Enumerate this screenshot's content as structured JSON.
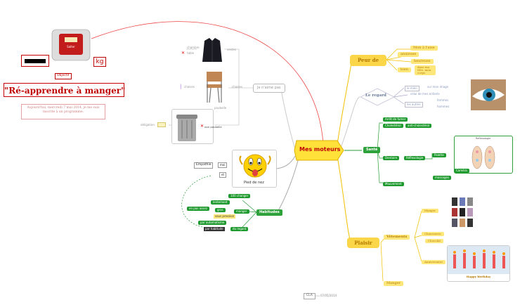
{
  "center": "Mes moteurs",
  "objectif": {
    "badge": "Objectif",
    "title": "\"Ré-apprendre à manger\"",
    "note": "Aujourd'hui, mercredi 7 mai 2014, je me suis inscrite à un programme.",
    "weight_value": "",
    "weight_unit": "kg",
    "scale_brand": "Salter"
  },
  "peur": {
    "label": "Peur de",
    "items": [
      "Mon à l'aise",
      "anxieuse",
      "heureuse",
      "bien"
    ],
    "sub": "dans ma tête, mon corps"
  },
  "regard": {
    "label": "Le regard",
    "items": [
      "le mien",
      "celui de mes enfants",
      "les autres"
    ],
    "subs": [
      "sur mon image",
      "femmes",
      "hommes"
    ]
  },
  "sante": {
    "label": "Santé",
    "items": [
      "Arrêt de fumer",
      "Cholestérol",
      "Dentaire",
      "Réflexologie",
      "Mouvement"
    ],
    "subs": [
      "Palette",
      "anti-cholestérol",
      "massages",
      "Caméra"
    ],
    "diagram_title": "Reflexologie"
  },
  "plaisir": {
    "label": "Plaisir",
    "items": [
      "Vêtements",
      "Manger"
    ],
    "subs": [
      "Manger",
      "Chaussures",
      "Chocolat",
      "Anniversaire"
    ],
    "cake": "Happy birthday"
  },
  "pied": {
    "label": "Pied de nez",
    "tags": [
      "Empathie",
      "moi",
      "et"
    ]
  },
  "habitudes": {
    "label": "Habitudes",
    "manger": "manger",
    "items": [
      "100 changer",
      "lentement",
      "en pas assez",
      "gros",
      "par automatisme",
      "sous pression",
      "par habitude",
      "du regard"
    ]
  },
  "left": {
    "items": [
      "Je n'aime pas",
      "vestes",
      "chaises",
      "poubelle",
      "obligation",
      "chambre",
      "table"
    ],
    "notes": [
      "non poubelle"
    ]
  },
  "footer": {
    "author": "CLA",
    "date": "07/05/2014"
  },
  "colors": {
    "center": "#ffd400",
    "yellow": "#fde77a",
    "green": "#2ea23a",
    "red": "#c00000"
  }
}
